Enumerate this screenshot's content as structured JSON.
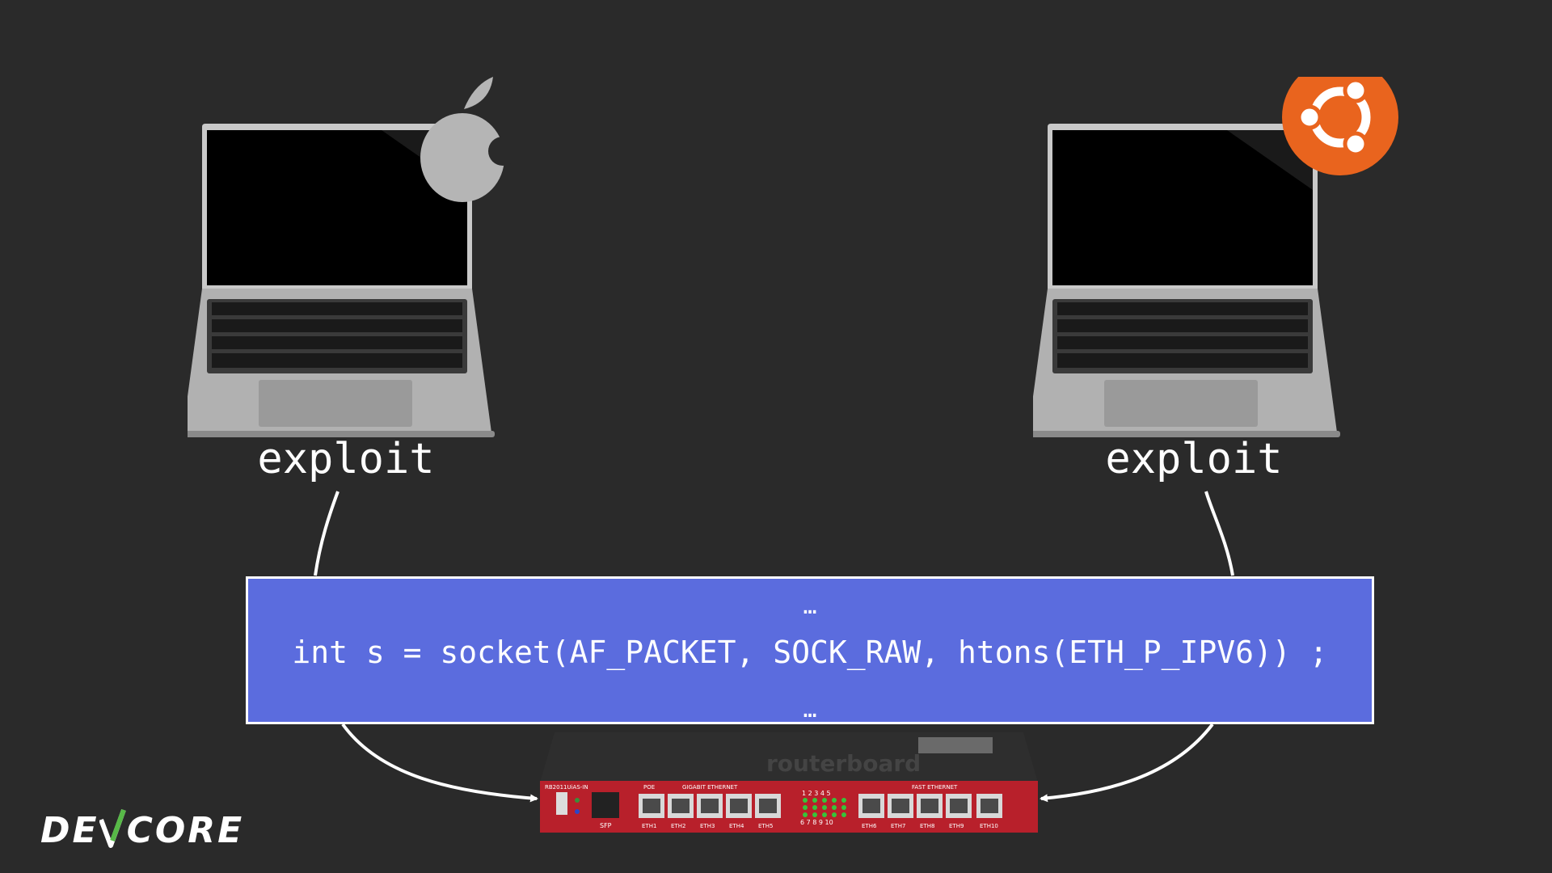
{
  "nodes": {
    "left_laptop": {
      "label": "exploit",
      "os_icon": "apple-logo-icon"
    },
    "right_laptop": {
      "label": "exploit",
      "os_icon": "ubuntu-logo-icon"
    },
    "router": {
      "icon": "router-icon",
      "brand": "routerboard",
      "model": "RB2011UiAS-IN",
      "section_poe": "POE",
      "section_gigabit": "GIGABIT ETHERNET",
      "section_fast": "FAST ETHERNET",
      "sfp": "SFP",
      "ports": [
        "ETH1",
        "ETH2",
        "ETH3",
        "ETH4",
        "ETH5",
        "ETH6",
        "ETH7",
        "ETH8",
        "ETH9",
        "ETH10"
      ],
      "led_top": "1 2 3 4 5",
      "led_bottom": "6 7 8 9 10"
    }
  },
  "code_box": {
    "ellipsis_top": "…",
    "line": "int s = socket(AF_PACKET, SOCK_RAW, htons(ETH_P_IPV6)) ;",
    "ellipsis_bottom": "…"
  },
  "logo": {
    "part1": "DE",
    "part2": "CORE"
  },
  "colors": {
    "background": "#2a2a2a",
    "code_box": "#5b6cde",
    "ubuntu": "#e9641e",
    "router": "#b8202b",
    "logo_accent": "#57b947"
  }
}
